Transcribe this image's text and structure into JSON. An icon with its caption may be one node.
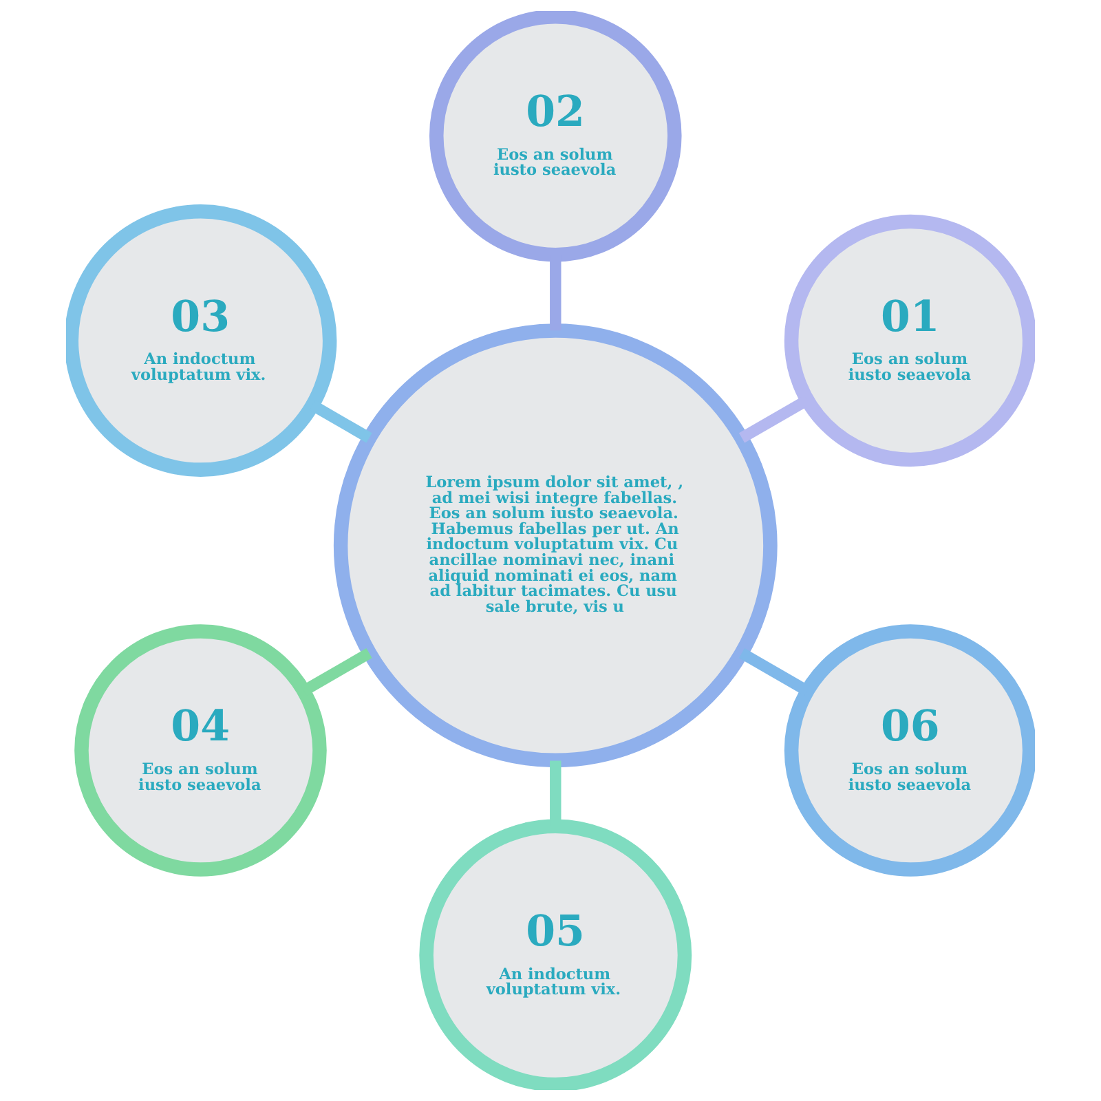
{
  "diagram": {
    "nodes": [
      {
        "text": [
          "Lorem ipsum dolor sit amet, , ad mei wisi integre fabellas. Eos an solum iusto seaevola. Habemus fabellas per ut. An indoctum voluptatum vix. Cu ancillae nominavi nec, inani aliquid nominati ei eos, nam ad labitur tacimates. Cu usu sale brute, vis u"
        ]
      },
      {
        "text": [
          "01",
          "Eos an solum iusto seaevola"
        ]
      },
      {
        "text": [
          "02",
          "Eos an solum iusto seaevola"
        ]
      },
      {
        "text": [
          "03",
          "An indoctum voluptatum vix."
        ]
      },
      {
        "text": [
          "04",
          "Eos an solum iusto seaevola"
        ]
      },
      {
        "text": [
          "05",
          "An indoctum voluptatum vix."
        ]
      },
      {
        "text": [
          "06",
          "Eos an solum iusto seaevola"
        ]
      }
    ],
    "edges": [
      {
        "from": 0,
        "to": 1,
        "arrow": "none"
      },
      {
        "from": 0,
        "to": 2,
        "arrow": "none"
      },
      {
        "from": 0,
        "to": 3,
        "arrow": "none"
      },
      {
        "from": 0,
        "to": 4,
        "arrow": "none"
      },
      {
        "from": 0,
        "to": 5,
        "arrow": "none"
      },
      {
        "from": 0,
        "to": 6,
        "arrow": "none"
      }
    ]
  }
}
